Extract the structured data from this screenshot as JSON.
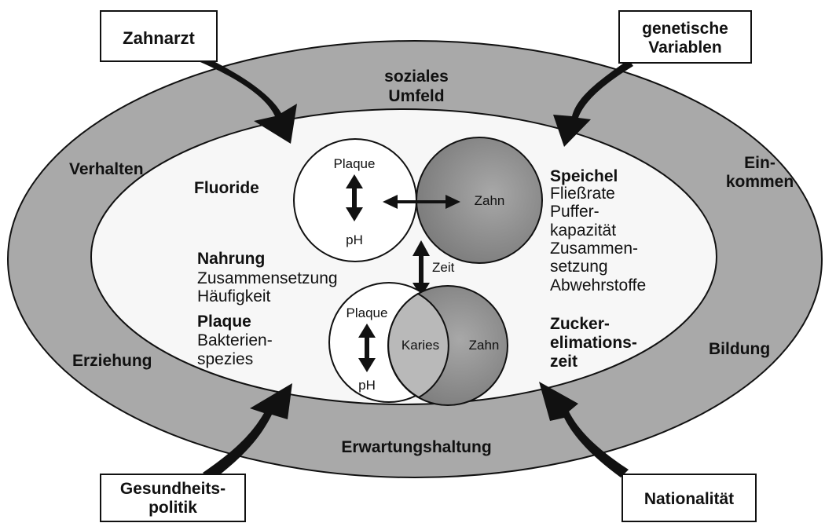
{
  "outer_boxes": {
    "zahnarzt": "Zahnarzt",
    "genetik": [
      "genetische",
      "Variablen"
    ],
    "gesundheitspolitik": [
      "Gesundheits-",
      "politik"
    ],
    "nationalitaet": "Nationalität"
  },
  "ring_labels": {
    "soziales_umfeld": [
      "soziales",
      "Umfeld"
    ],
    "verhalten": "Verhalten",
    "einkommen": [
      "Ein-",
      "kommen"
    ],
    "erziehung": "Erziehung",
    "bildung": "Bildung",
    "erwartungshaltung": "Erwartungshaltung"
  },
  "inner_left": {
    "fluoride": "Fluoride",
    "nahrung": "Nahrung",
    "nahrung_items": [
      "Zusammensetzung",
      "Häufigkeit"
    ],
    "plaque": "Plaque",
    "plaque_items": [
      "Bakterien-",
      "spezies"
    ]
  },
  "inner_right": {
    "speichel": "Speichel",
    "speichel_items": [
      "Fließrate",
      "Puffer-",
      "kapazität",
      "Zusammen-",
      "setzung",
      "Abwehrstoffe"
    ],
    "zucker": [
      "Zucker-",
      "elimations-",
      "zeit"
    ]
  },
  "center": {
    "top_plaque": "Plaque",
    "top_ph": "pH",
    "top_zahn": "Zahn",
    "zeit": "Zeit",
    "bottom_plaque": "Plaque",
    "bottom_karies": "Karies",
    "bottom_zahn": "Zahn",
    "bottom_ph": "pH"
  },
  "colors": {
    "outer_ring": "#a9a9a9",
    "inner_field": "#f7f7f7",
    "tooth": "#8f8f8f",
    "karies_overlap": "#b9b9b9",
    "ink": "#111111"
  }
}
